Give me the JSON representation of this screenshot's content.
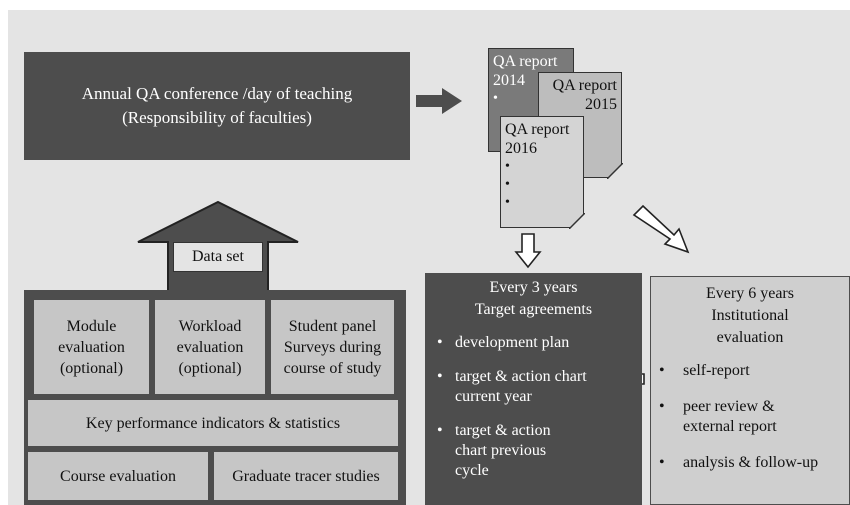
{
  "conference": {
    "line1": "Annual QA conference /day of teaching",
    "line2": "(Responsibility of faculties)"
  },
  "reports": [
    {
      "label": "QA report",
      "year": "2014",
      "bullets": [
        "•"
      ]
    },
    {
      "label": "QA report",
      "year": "2015",
      "bullets": []
    },
    {
      "label": "QA report",
      "year": "2016",
      "bullets": [
        "•",
        "•",
        "•"
      ]
    }
  ],
  "data_set": {
    "label": "Data set",
    "top_row": [
      {
        "line1": "Module",
        "line2": "evaluation",
        "line3": "(optional)"
      },
      {
        "line1": "Workload",
        "line2": "evaluation",
        "line3": "(optional)"
      },
      {
        "line1": "Student panel",
        "line2": "Surveys during",
        "line3": "course of study"
      }
    ],
    "kpi": "Key performance indicators & statistics",
    "course_evaluation": "Course evaluation",
    "graduate_tracer": "Graduate tracer studies"
  },
  "every3": {
    "title1": "Every 3 years",
    "title2": "Target agreements",
    "items": [
      "development plan",
      "target & action chart current year",
      "target & action chart previous cycle"
    ]
  },
  "every6": {
    "title1": "Every 6 years",
    "title2": "Institutional",
    "title3": "evaluation",
    "items": [
      "self-report",
      "peer review & external report",
      "analysis & follow-up"
    ]
  },
  "colors": {
    "dark": "#4d4d4d",
    "light": "#c6c6c6",
    "background": "#e4e4e4"
  }
}
